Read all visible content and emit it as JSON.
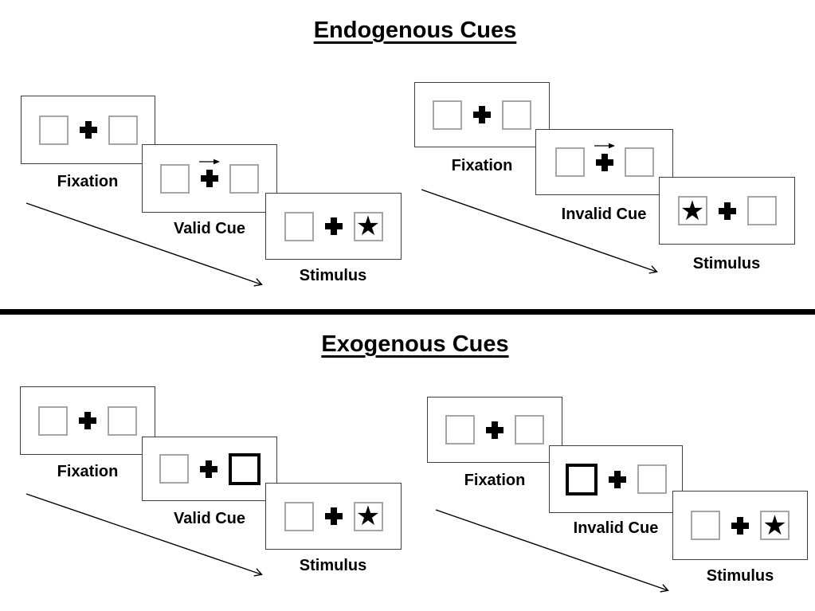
{
  "colors": {
    "ink": "#000000",
    "panel_border": "#3f3f3f",
    "box_border": "#a6a6a6",
    "bold_box_border": "#000000",
    "divider": "#000000",
    "background": "#ffffff"
  },
  "glyphs": {
    "star": "★",
    "fixation_cross": "plus-cross",
    "cue_arrow": "right-arrow"
  },
  "sections": [
    {
      "id": "endogenous",
      "title": "Endogenous Cues",
      "sequences": [
        {
          "id": "endogenous-valid",
          "panels": [
            {
              "label": "Fixation",
              "left": "empty",
              "right": "empty",
              "cue_arrow": false
            },
            {
              "label": "Valid Cue",
              "left": "empty",
              "right": "empty",
              "cue_arrow": true
            },
            {
              "label": "Stimulus",
              "left": "empty",
              "right": "star",
              "cue_arrow": false
            }
          ]
        },
        {
          "id": "endogenous-invalid",
          "panels": [
            {
              "label": "Fixation",
              "left": "empty",
              "right": "empty",
              "cue_arrow": false
            },
            {
              "label": "Invalid Cue",
              "left": "empty",
              "right": "empty",
              "cue_arrow": true
            },
            {
              "label": "Stimulus",
              "left": "star",
              "right": "empty",
              "cue_arrow": false
            }
          ]
        }
      ]
    },
    {
      "id": "exogenous",
      "title": "Exogenous Cues",
      "sequences": [
        {
          "id": "exogenous-valid",
          "panels": [
            {
              "label": "Fixation",
              "left": "empty",
              "right": "empty",
              "cue_arrow": false
            },
            {
              "label": "Valid Cue",
              "left": "empty",
              "right": "bold",
              "cue_arrow": false
            },
            {
              "label": "Stimulus",
              "left": "empty",
              "right": "star",
              "cue_arrow": false
            }
          ]
        },
        {
          "id": "exogenous-invalid",
          "panels": [
            {
              "label": "Fixation",
              "left": "empty",
              "right": "empty",
              "cue_arrow": false
            },
            {
              "label": "Invalid Cue",
              "left": "bold",
              "right": "empty",
              "cue_arrow": false
            },
            {
              "label": "Stimulus",
              "left": "empty",
              "right": "star",
              "cue_arrow": false
            }
          ]
        }
      ]
    }
  ]
}
